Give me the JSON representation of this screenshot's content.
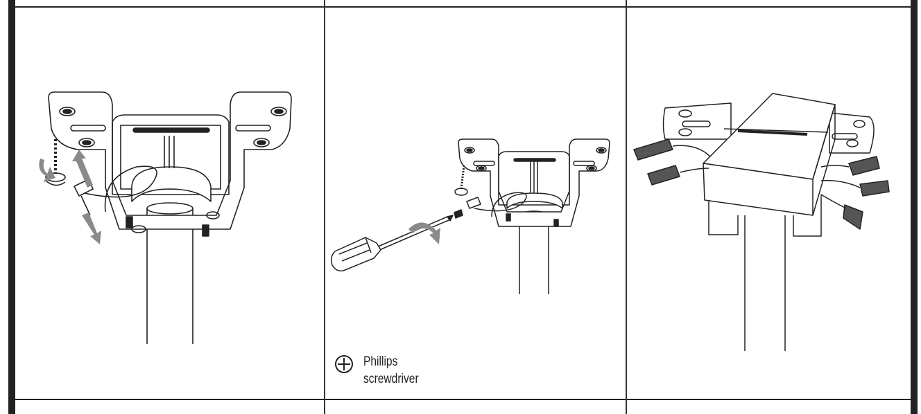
{
  "document": {
    "type": "installation-instruction-steps",
    "panels": [
      {
        "id": "step-a",
        "illustration": "mounting bracket with safety cable wrapped around screw, arrows indicating rotation and pull direction"
      },
      {
        "id": "step-b",
        "illustration": "screwdriver tightening screw on bracket with safety cable"
      },
      {
        "id": "step-c",
        "illustration": "canopy installed on bracket with wire connectors attached"
      }
    ],
    "tool_note": {
      "icon": "phillips-head-icon",
      "line1": "Phillips",
      "line2": "screwdriver"
    }
  },
  "colors": {
    "line": "#222222",
    "arrow": "#8a8a8a",
    "background": "#ffffff"
  }
}
